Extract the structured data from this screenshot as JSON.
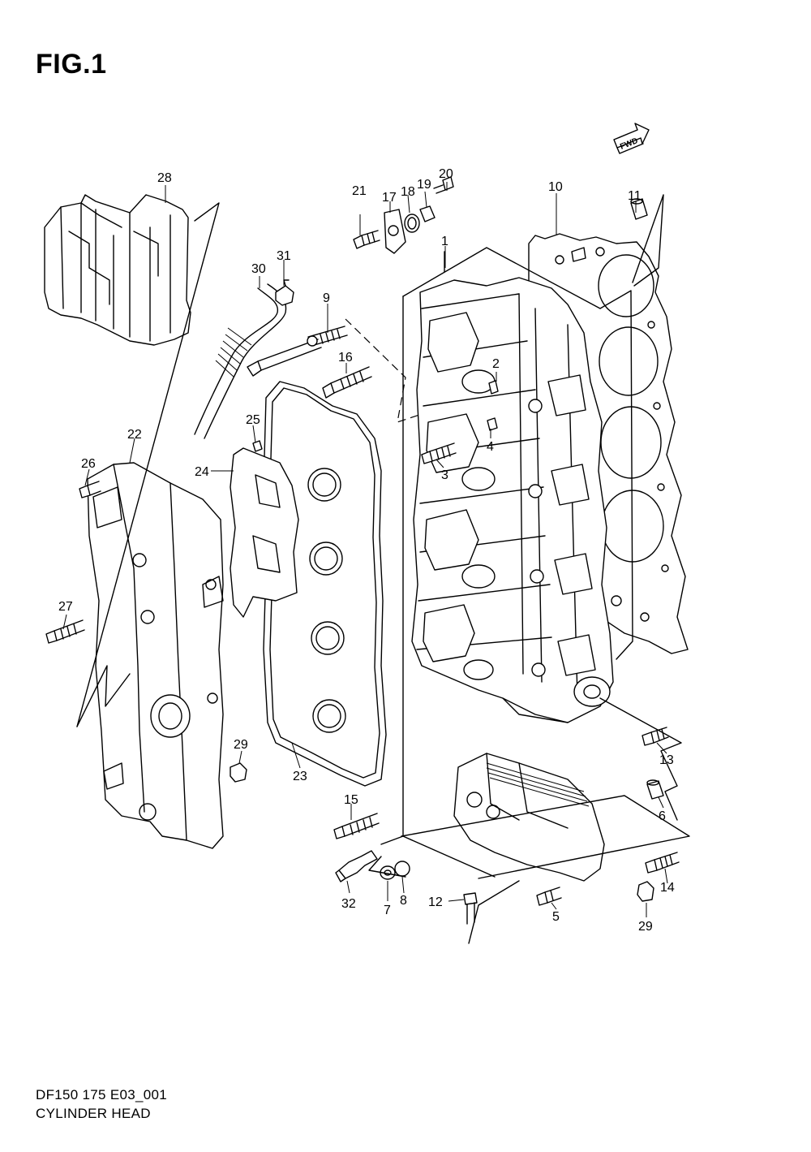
{
  "figure": {
    "title": "FIG.1",
    "model_code": "DF150 175 E03_001",
    "name": "CYLINDER HEAD",
    "fwd_tag": "FWD"
  },
  "parts": [
    {
      "id": "p1",
      "number": "1"
    },
    {
      "id": "p2",
      "number": "2"
    },
    {
      "id": "p3",
      "number": "3"
    },
    {
      "id": "p4",
      "number": "4"
    },
    {
      "id": "p5",
      "number": "5"
    },
    {
      "id": "p6",
      "number": "6"
    },
    {
      "id": "p7",
      "number": "7"
    },
    {
      "id": "p8",
      "number": "8"
    },
    {
      "id": "p9",
      "number": "9"
    },
    {
      "id": "p10",
      "number": "10"
    },
    {
      "id": "p11",
      "number": "11"
    },
    {
      "id": "p12",
      "number": "12"
    },
    {
      "id": "p13",
      "number": "13"
    },
    {
      "id": "p14",
      "number": "14"
    },
    {
      "id": "p15",
      "number": "15"
    },
    {
      "id": "p16",
      "number": "16"
    },
    {
      "id": "p17",
      "number": "17"
    },
    {
      "id": "p18",
      "number": "18"
    },
    {
      "id": "p19",
      "number": "19"
    },
    {
      "id": "p20",
      "number": "20"
    },
    {
      "id": "p21",
      "number": "21"
    },
    {
      "id": "p22",
      "number": "22"
    },
    {
      "id": "p23",
      "number": "23"
    },
    {
      "id": "p24",
      "number": "24"
    },
    {
      "id": "p25",
      "number": "25"
    },
    {
      "id": "p26",
      "number": "26"
    },
    {
      "id": "p27",
      "number": "27"
    },
    {
      "id": "p28",
      "number": "28"
    },
    {
      "id": "p29a",
      "number": "29"
    },
    {
      "id": "p29b",
      "number": "29"
    },
    {
      "id": "p30",
      "number": "30"
    },
    {
      "id": "p31",
      "number": "31"
    },
    {
      "id": "p32",
      "number": "32"
    }
  ]
}
